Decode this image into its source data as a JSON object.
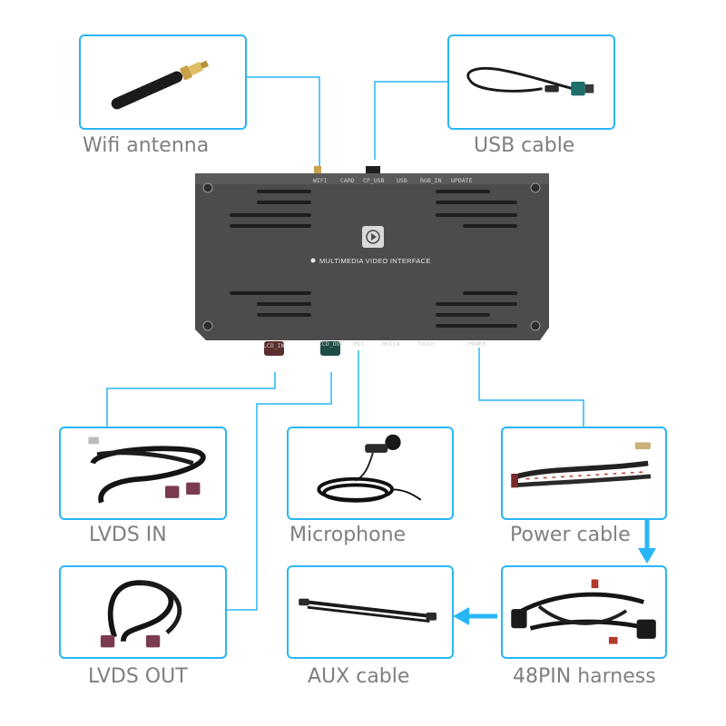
{
  "components": {
    "wifi_antenna": "Wifi antenna",
    "usb_cable": "USB cable",
    "lvds_in": "LVDS IN",
    "microphone": "Microphone",
    "power_cable": "Power cable",
    "lvds_out": "LVDS OUT",
    "aux_cable": "AUX cable",
    "harness_48pin": "48PIN harness"
  },
  "device": {
    "title": "MULTIMEDIA VIDEO INTERFACE",
    "top_ports": [
      "WIFI",
      "CARD",
      "CP_USB",
      "USB",
      "RGB_IN",
      "UPDATE"
    ],
    "bottom_ports": [
      "LCD_IN",
      "LCD_OUT",
      "MIC",
      "MEDIA",
      "TOUCH",
      "POWER"
    ]
  },
  "colors": {
    "connector_line": "#29b6f6",
    "device_body": "#4a4a4a",
    "caption_text": "#7f7f7f",
    "arrow": "#29b6f6"
  }
}
